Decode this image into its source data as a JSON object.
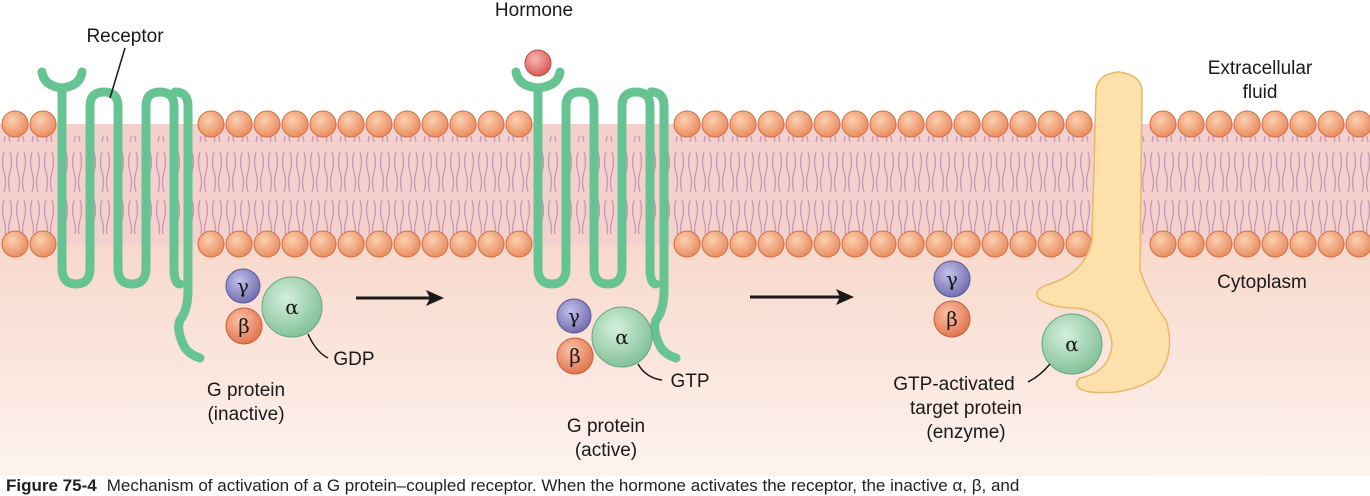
{
  "labels": {
    "receptor": "Receptor",
    "hormone": "Hormone",
    "extracellular_line1": "Extracellular",
    "extracellular_line2": "fluid",
    "cytoplasm": "Cytoplasm",
    "g_protein_inactive_line1": "G protein",
    "g_protein_inactive_line2": "(inactive)",
    "g_protein_active_line1": "G protein",
    "g_protein_active_line2": "(active)",
    "gdp": "GDP",
    "gtp": "GTP",
    "target_line1": "GTP-activated",
    "target_line2": "target protein",
    "target_line3": "(enzyme)"
  },
  "subunits": {
    "alpha": "α",
    "beta": "β",
    "gamma": "γ"
  },
  "caption": {
    "figure_number": "Figure 75-4",
    "text": "Mechanism of activation of a G protein–coupled receptor. When the hormone activates the receptor, the inactive α, β, and"
  },
  "colors": {
    "receptor": "#6cc79a",
    "hormone": "#e06a6a",
    "lipid_head": "#f2a070",
    "membrane_core": "#f2c9c9",
    "cytoplasm": "#f9e3da",
    "alpha_subunit": "#9fd3ad",
    "beta_subunit": "#ec8a63",
    "gamma_subunit": "#8b87c4",
    "target_protein": "#fde0aa"
  }
}
